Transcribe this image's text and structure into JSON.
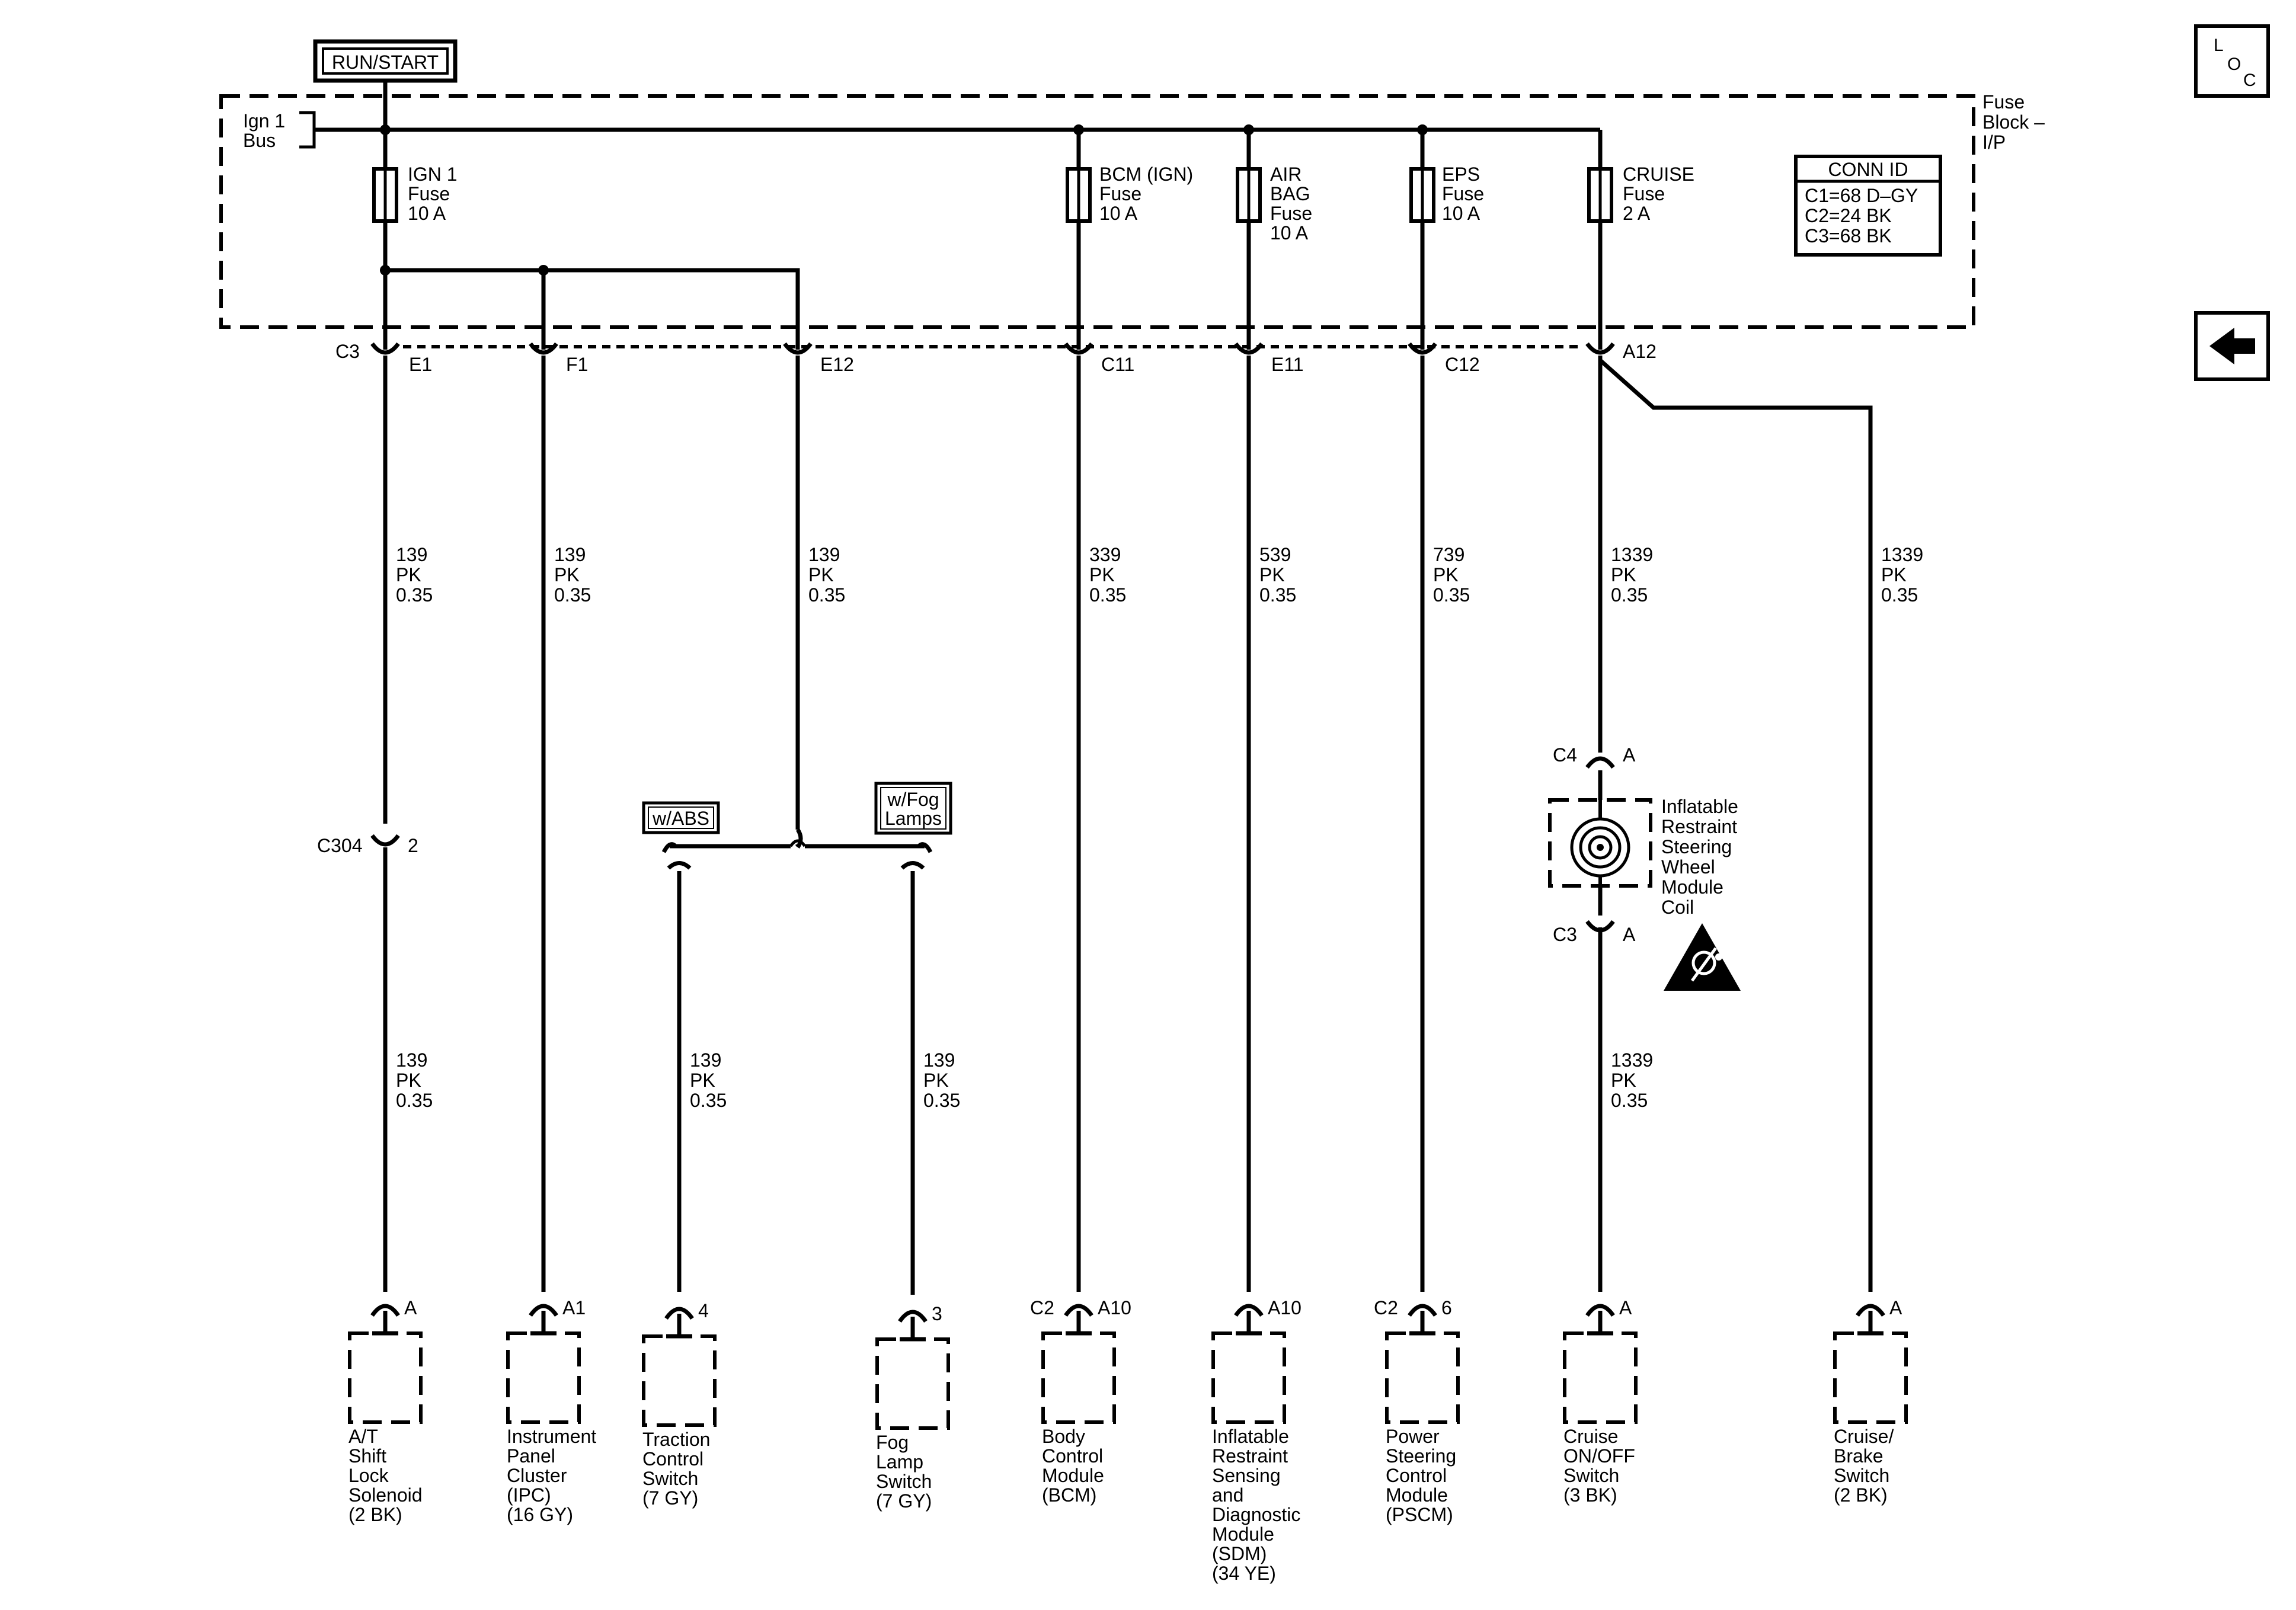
{
  "power_source": "RUN/START",
  "bus_label": [
    "Ign 1",
    "Bus"
  ],
  "fuse_block_label": [
    "Fuse",
    "Block –",
    "I/P"
  ],
  "loc_button": [
    "L",
    "O",
    "C"
  ],
  "back_icon": "left-arrow-icon",
  "conn_id": {
    "title": "CONN ID",
    "rows": [
      "C1=68 D–GY",
      "C2=24 BK",
      "C3=68 BK"
    ]
  },
  "fuses": [
    {
      "id": "ign1",
      "lines": [
        "IGN 1",
        "Fuse",
        "10 A"
      ]
    },
    {
      "id": "bcm",
      "lines": [
        "BCM (IGN)",
        "Fuse",
        "10 A"
      ]
    },
    {
      "id": "airbag",
      "lines": [
        "AIR",
        "BAG",
        "Fuse",
        "10 A"
      ]
    },
    {
      "id": "eps",
      "lines": [
        "EPS",
        "Fuse",
        "10 A"
      ]
    },
    {
      "id": "cruise",
      "lines": [
        "CRUISE",
        "Fuse",
        "2 A"
      ]
    }
  ],
  "connector_c3": "C3",
  "pins": [
    "E1",
    "F1",
    "E12",
    "C11",
    "E11",
    "C12",
    "A12"
  ],
  "wires": [
    {
      "id": "w1",
      "lines": [
        "139",
        "PK",
        "0.35"
      ]
    },
    {
      "id": "w2",
      "lines": [
        "139",
        "PK",
        "0.35"
      ]
    },
    {
      "id": "w3",
      "lines": [
        "139",
        "PK",
        "0.35"
      ]
    },
    {
      "id": "w4",
      "lines": [
        "339",
        "PK",
        "0.35"
      ]
    },
    {
      "id": "w5",
      "lines": [
        "539",
        "PK",
        "0.35"
      ]
    },
    {
      "id": "w6",
      "lines": [
        "739",
        "PK",
        "0.35"
      ]
    },
    {
      "id": "w7",
      "lines": [
        "1339",
        "PK",
        "0.35"
      ]
    },
    {
      "id": "w8",
      "lines": [
        "1339",
        "PK",
        "0.35"
      ]
    },
    {
      "id": "w9",
      "lines": [
        "139",
        "PK",
        "0.35"
      ]
    },
    {
      "id": "w10",
      "lines": [
        "139",
        "PK",
        "0.35"
      ]
    },
    {
      "id": "w11",
      "lines": [
        "139",
        "PK",
        "0.35"
      ]
    },
    {
      "id": "w12",
      "lines": [
        "1339",
        "PK",
        "0.35"
      ]
    }
  ],
  "inline_connectors": {
    "c304": {
      "name": "C304",
      "pin": "2"
    },
    "c4": {
      "name": "C4",
      "pin": "A"
    },
    "c3b": {
      "name": "C3",
      "pin": "A"
    }
  },
  "options": {
    "abs": "w/ABS",
    "fog": [
      "w/Fog",
      "Lamps"
    ]
  },
  "coil": {
    "lines": [
      "Inflatable",
      "Restraint",
      "Steering",
      "Wheel",
      "Module",
      "Coil"
    ],
    "warning_icon": "airbag-warning-icon"
  },
  "components": [
    {
      "id": "at",
      "pin": "A",
      "conn": "",
      "lines": [
        "A/T",
        "Shift",
        "Lock",
        "Solenoid",
        "(2 BK)"
      ]
    },
    {
      "id": "ipc",
      "pin": "A1",
      "conn": "",
      "lines": [
        "Instrument",
        "Panel",
        "Cluster",
        "(IPC)",
        "(16 GY)"
      ]
    },
    {
      "id": "tcs",
      "pin": "4",
      "conn": "",
      "lines": [
        "Traction",
        "Control",
        "Switch",
        "(7 GY)"
      ]
    },
    {
      "id": "fog",
      "pin": "3",
      "conn": "",
      "lines": [
        "Fog",
        "Lamp",
        "Switch",
        "(7 GY)"
      ]
    },
    {
      "id": "bcm",
      "pin": "A10",
      "conn": "C2",
      "lines": [
        "Body",
        "Control",
        "Module",
        "(BCM)"
      ]
    },
    {
      "id": "sdm",
      "pin": "A10",
      "conn": "",
      "lines": [
        "Inflatable",
        "Restraint",
        "Sensing",
        "and",
        "Diagnostic",
        "Module",
        "(SDM)",
        "(34 YE)"
      ]
    },
    {
      "id": "pscm",
      "pin": "6",
      "conn": "C2",
      "lines": [
        "Power",
        "Steering",
        "Control",
        "Module",
        "(PSCM)"
      ]
    },
    {
      "id": "cruise-sw",
      "pin": "A",
      "conn": "",
      "lines": [
        "Cruise",
        "ON/OFF",
        "Switch",
        "(3 BK)"
      ]
    },
    {
      "id": "brake-sw",
      "pin": "A",
      "conn": "",
      "lines": [
        "Cruise/",
        "Brake",
        "Switch",
        "(2 BK)"
      ]
    }
  ]
}
